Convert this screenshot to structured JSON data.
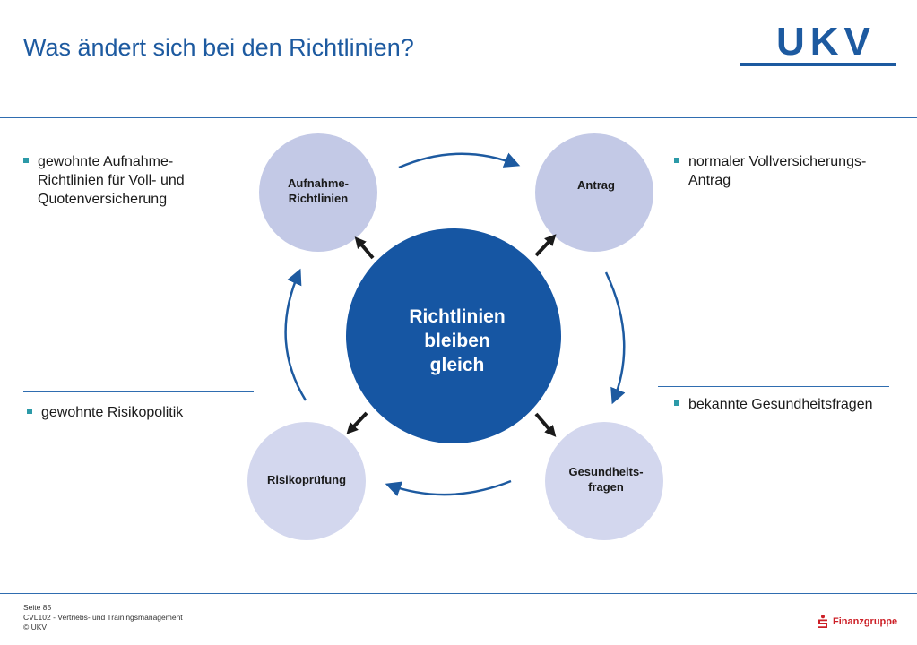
{
  "slide": {
    "title": "Was ändert sich bei den Richtlinien?",
    "logo": "UKV"
  },
  "diagram": {
    "center": "Richtlinien\nbleiben\ngleich",
    "nodes": [
      {
        "id": "aufnahme",
        "label": "Aufnahme-\nRichtlinien"
      },
      {
        "id": "antrag",
        "label": "Antrag"
      },
      {
        "id": "gesundheit",
        "label": "Gesundheits-\nfragen"
      },
      {
        "id": "risiko",
        "label": "Risikoprüfung"
      }
    ],
    "colors": {
      "center": "#1656a3",
      "node": "#c3c9e6",
      "arrow": "#1d5aa0"
    }
  },
  "bullets": [
    {
      "text": "gewohnte Aufnahme-\nRichtlinien für Voll- und\nQuotenversicherung"
    },
    {
      "text": "normaler Vollversicherungs-\nAntrag"
    },
    {
      "text": "gewohnte Risikopolitik"
    },
    {
      "text": "bekannte Gesundheitsfragen"
    }
  ],
  "footer": {
    "page": "Seite 85",
    "course": "CVL102 - Vertriebs- und Trainingsmanagement",
    "copyright": "© UKV"
  },
  "brand": {
    "name": "Finanzgruppe",
    "color": "#cc1f26"
  }
}
